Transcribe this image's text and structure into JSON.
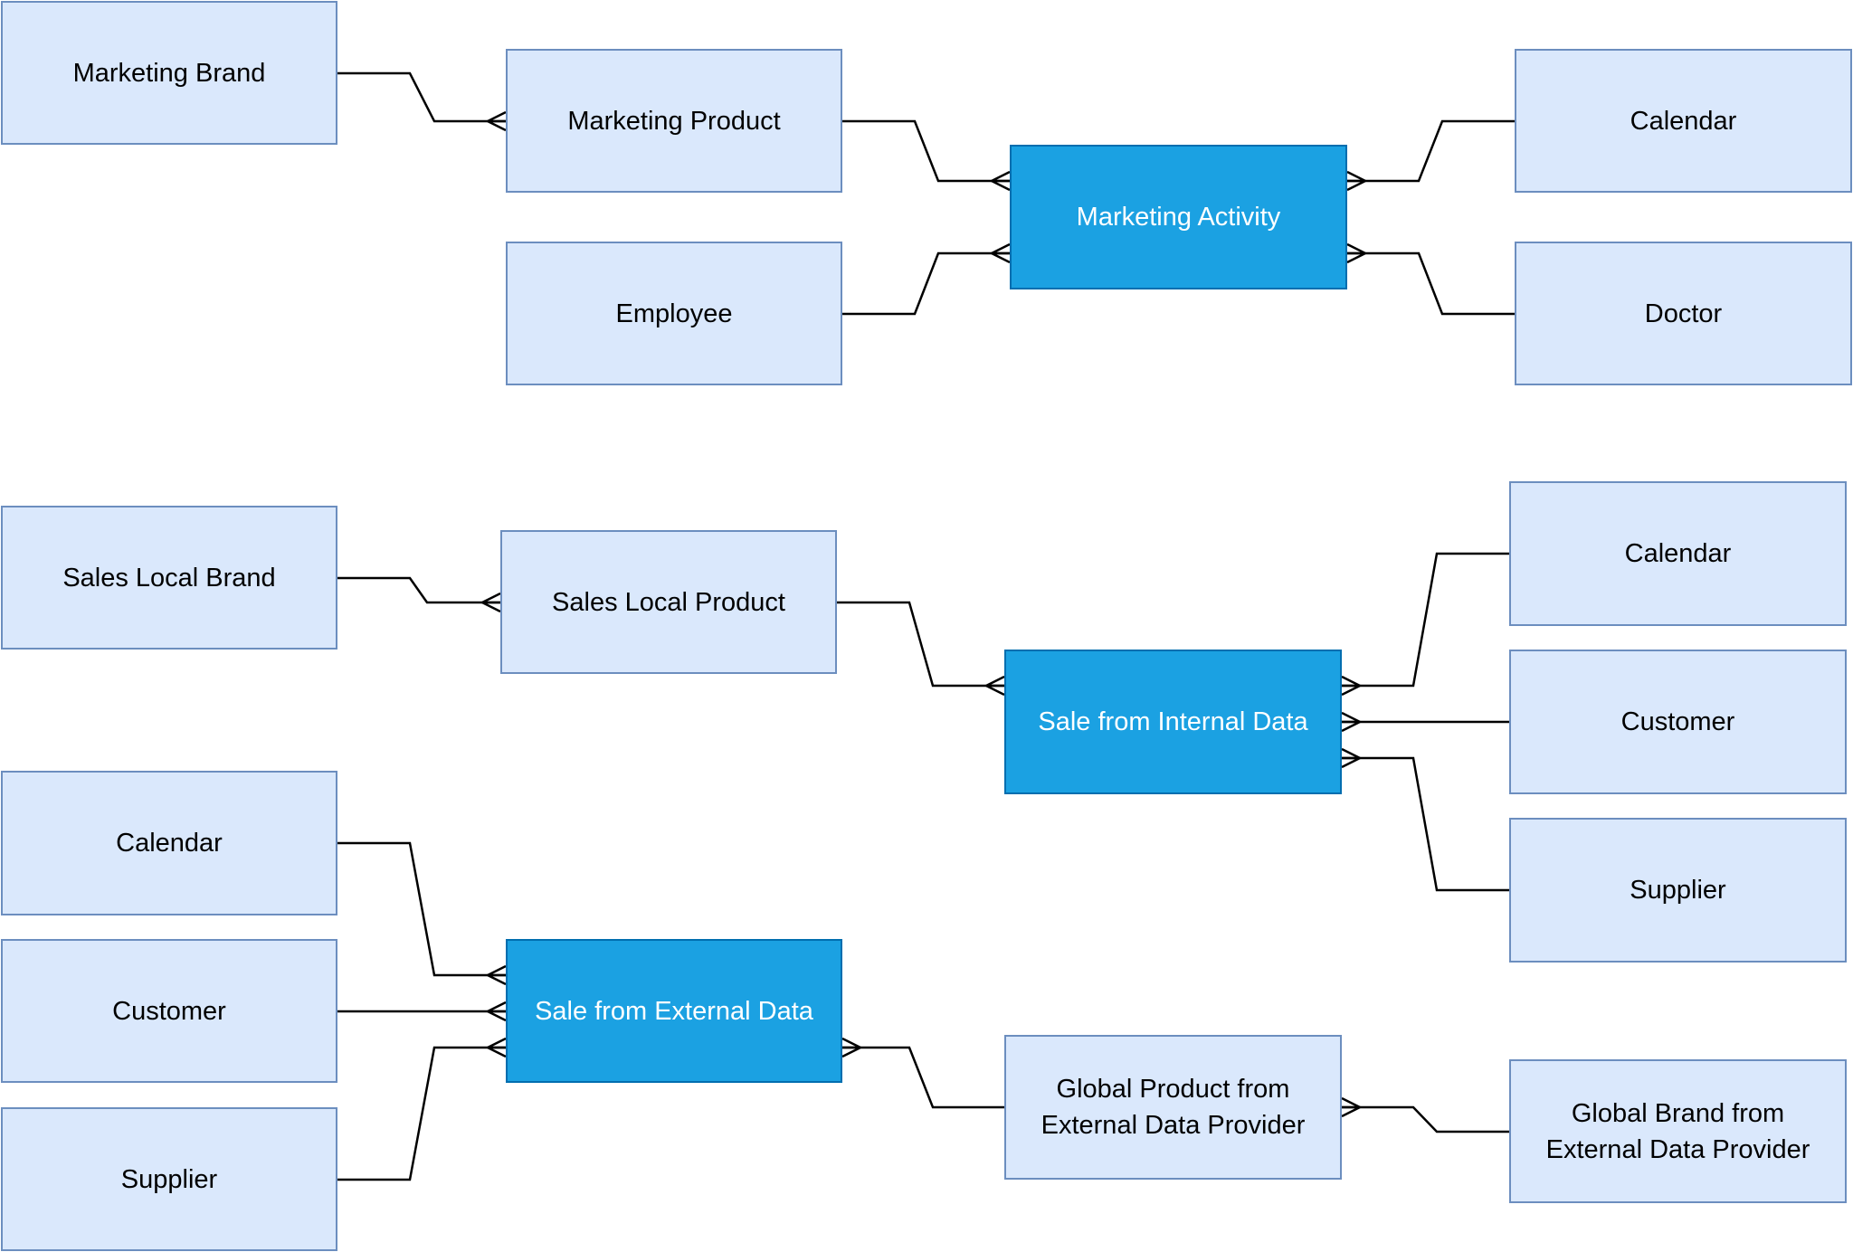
{
  "colors": {
    "entity_fill": "#dae8fc",
    "entity_stroke": "#6c8ebf",
    "fact_fill": "#1ba1e2",
    "fact_stroke": "#006eaf",
    "fact_text": "#ffffff",
    "connector": "#000000"
  },
  "entities": {
    "marketing_brand": "Marketing Brand",
    "marketing_product": "Marketing Product",
    "employee": "Employee",
    "marketing_activity": "Marketing Activity",
    "calendar_top": "Calendar",
    "doctor": "Doctor",
    "sales_local_brand": "Sales Local Brand",
    "sales_local_product": "Sales Local Product",
    "sale_internal": "Sale from Internal Data",
    "calendar_internal": "Calendar",
    "customer_internal": "Customer",
    "supplier_internal": "Supplier",
    "calendar_external": "Calendar",
    "customer_external": "Customer",
    "supplier_external": "Supplier",
    "sale_external": "Sale from External Data",
    "global_product": "Global Product from\nExternal Data Provider",
    "global_brand": "Global Brand from\nExternal Data Provider"
  }
}
